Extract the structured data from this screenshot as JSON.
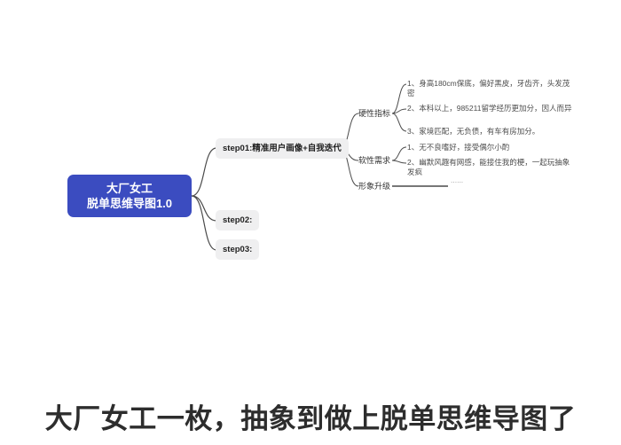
{
  "mindmap": {
    "root": {
      "line1": "大厂女工",
      "line2": "脱单思维导图1.0"
    },
    "steps": [
      {
        "label": "step01:精准用户画像+自我迭代"
      },
      {
        "label": "step02:"
      },
      {
        "label": "step03:"
      }
    ],
    "branches": [
      {
        "label": "硬性指标",
        "items": [
          "1、身高180cm保底，偏好黑皮，牙齿齐，头发茂密",
          "2、本科以上，985211留学经历更加分，因人而异",
          "3、家境匹配，无负债，有车有房加分。"
        ]
      },
      {
        "label": "软性需求",
        "items": [
          "1、无不良嗜好，接受偶尔小酌",
          "2、幽默风趣有网感，能接住我的梗，一起玩抽象发疯"
        ]
      },
      {
        "label": "形象升级",
        "items": [
          "......"
        ]
      }
    ]
  },
  "caption": "大厂女工一枚，抽象到做上脱单思维导图了",
  "colors": {
    "root_bg": "#3b4cc0",
    "root_text": "#ffffff",
    "step_bg": "#efeff0",
    "connector": "#4a4a4a",
    "caption_text": "#2d2d2d"
  }
}
